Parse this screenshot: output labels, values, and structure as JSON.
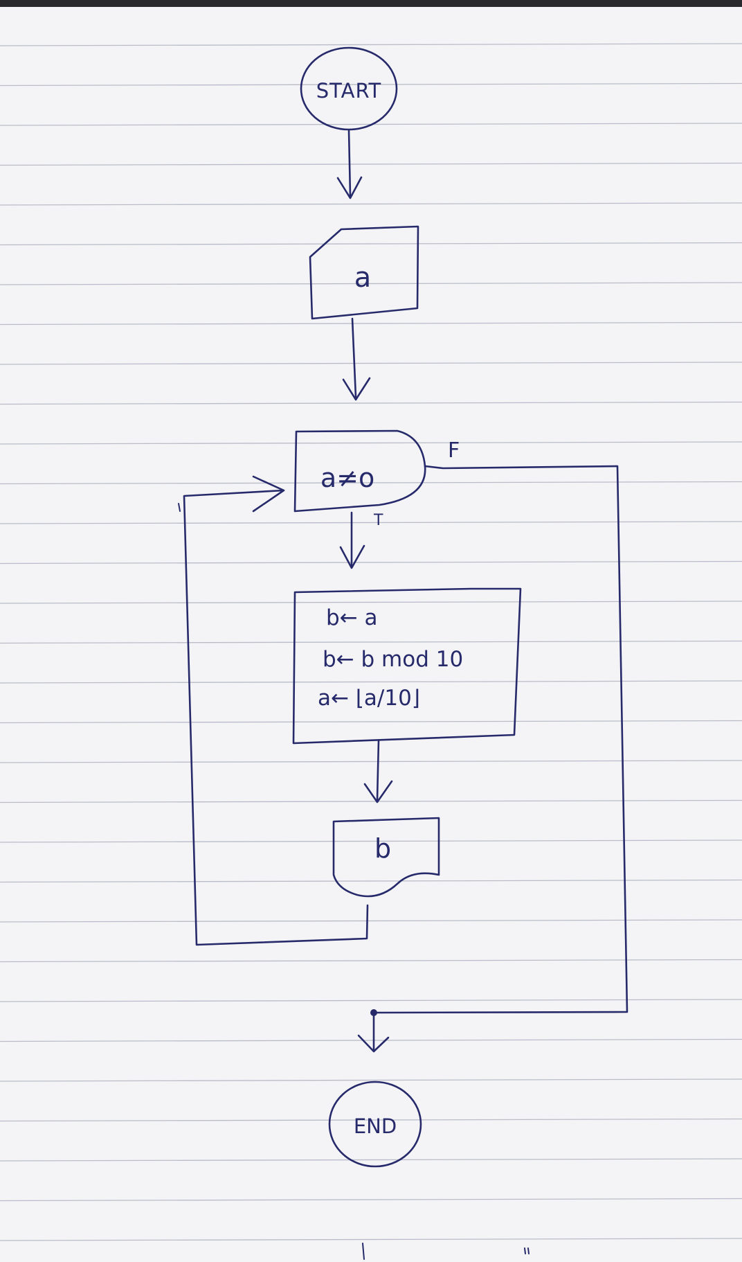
{
  "flowchart": {
    "start_label": "START",
    "input_label": "a",
    "decision_label": "a≠o",
    "false_label": "F",
    "true_label": "T",
    "process_lines": [
      "b← a",
      "b← b mod 10",
      "a← ⌊a/10⌋"
    ],
    "output_label": "b",
    "end_label": "END"
  },
  "colors": {
    "ink": "#262a6b",
    "paper": "#f4f4f6",
    "rule": "#b9bcc8"
  }
}
